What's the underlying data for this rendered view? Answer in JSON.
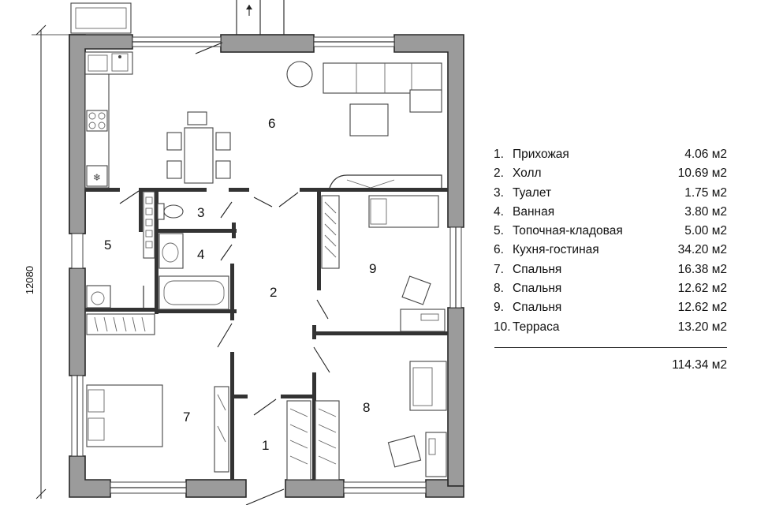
{
  "plan": {
    "dimension_vertical": "12080",
    "room_numbers": [
      "1",
      "2",
      "3",
      "4",
      "5",
      "6",
      "7",
      "8",
      "9"
    ]
  },
  "legend": {
    "rooms": [
      {
        "num": "1.",
        "name": "Прихожая",
        "area": "4.06 м2"
      },
      {
        "num": "2.",
        "name": "Холл",
        "area": "10.69 м2"
      },
      {
        "num": "3.",
        "name": "Туалет",
        "area": "1.75 м2"
      },
      {
        "num": "4.",
        "name": "Ванная",
        "area": "3.80 м2"
      },
      {
        "num": "5.",
        "name": "Топочная-кладовая",
        "area": "5.00 м2"
      },
      {
        "num": "6.",
        "name": "Кухня-гостиная",
        "area": "34.20 м2"
      },
      {
        "num": "7.",
        "name": "Спальня",
        "area": "16.38 м2"
      },
      {
        "num": "8.",
        "name": "Спальня",
        "area": "12.62 м2"
      },
      {
        "num": "9.",
        "name": "Спальня",
        "area": "12.62 м2"
      },
      {
        "num": "10.",
        "name": "Терраса",
        "area": "13.20 м2"
      }
    ],
    "total": "114.34 м2"
  }
}
